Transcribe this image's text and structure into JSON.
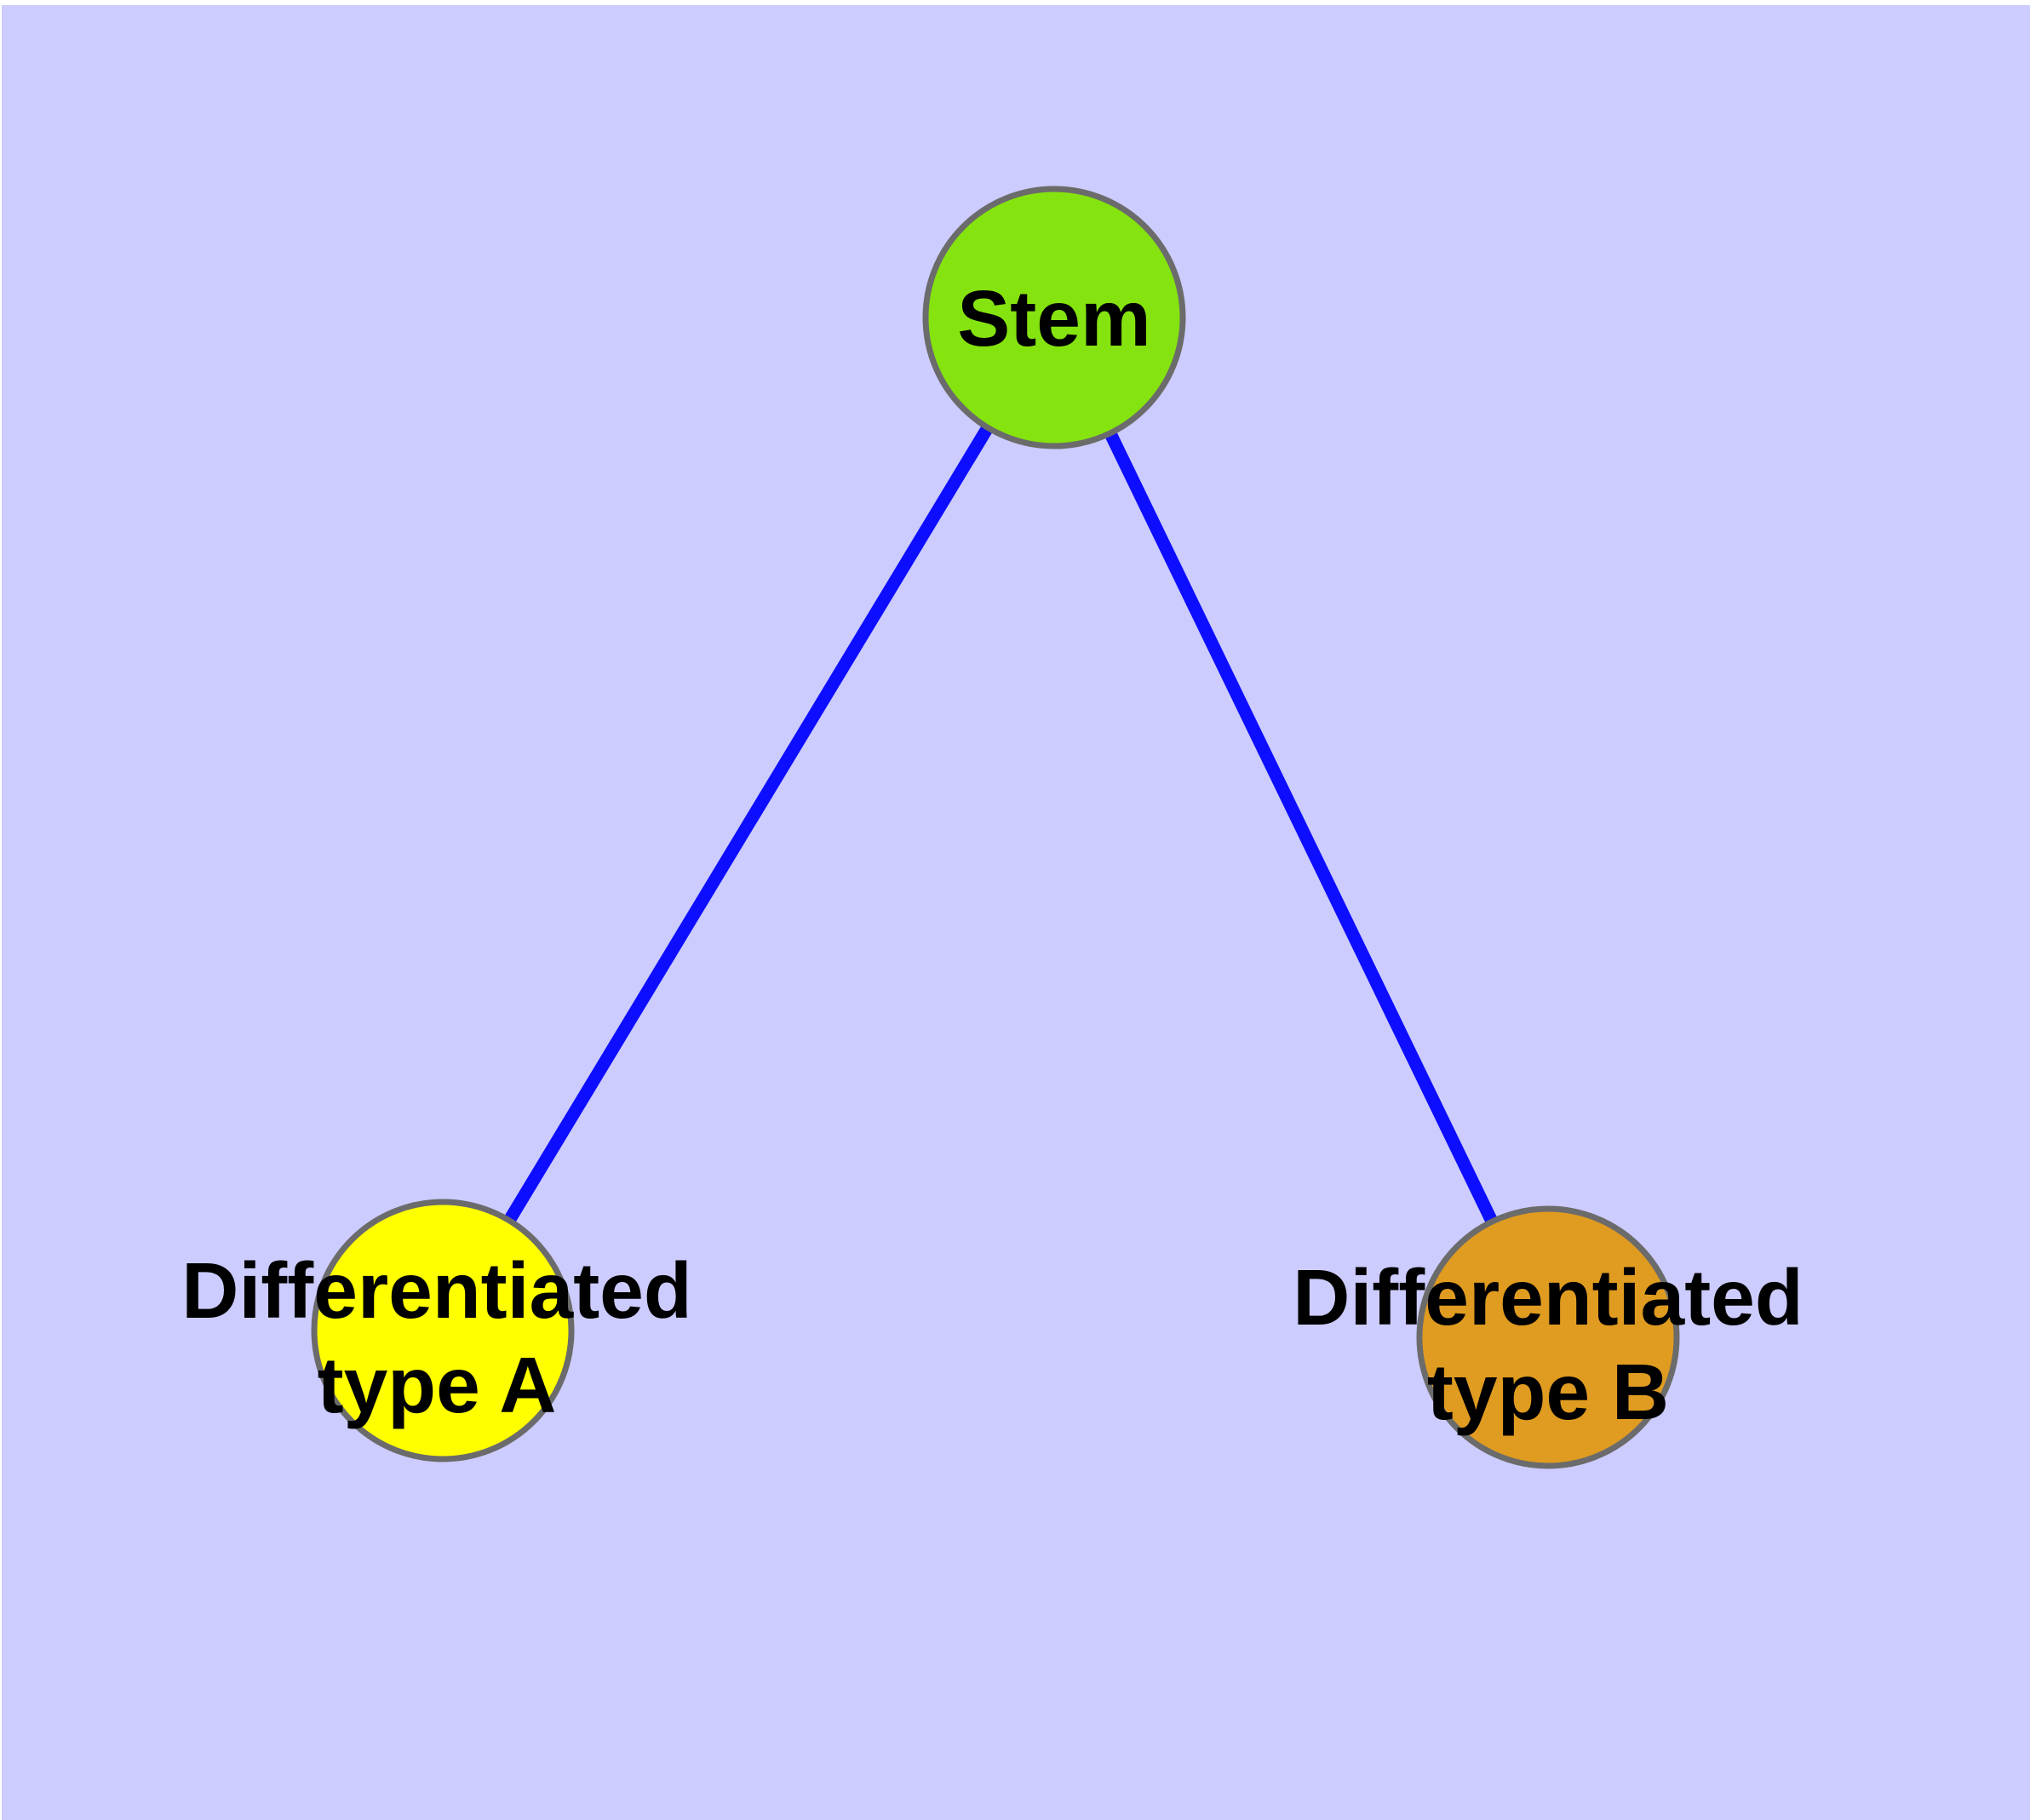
{
  "figure": {
    "background_color": "#CCCCFF",
    "margin_color": "#FFFFFF"
  },
  "diagram": {
    "type": "graph",
    "edge_color": "#0D0DFF",
    "node_border_color": "#6B6B6B",
    "label_color": "#000000",
    "nodes": [
      {
        "id": "stem",
        "label": "Stem",
        "fill_color": "#85E40F"
      },
      {
        "id": "differentiated-type-a",
        "label": "Differentiated type A",
        "label_line1": "Differentiated",
        "label_line2": "type A",
        "fill_color": "#FFFF00"
      },
      {
        "id": "differentiated-type-b",
        "label": "Differentiated type B",
        "label_line1": "Differentiated",
        "label_line2": "type B",
        "fill_color": "#E09C20"
      }
    ],
    "edges": [
      {
        "from": "Stem",
        "to": "Differentiated type A"
      },
      {
        "from": "Stem",
        "to": "Differentiated type B"
      }
    ]
  }
}
